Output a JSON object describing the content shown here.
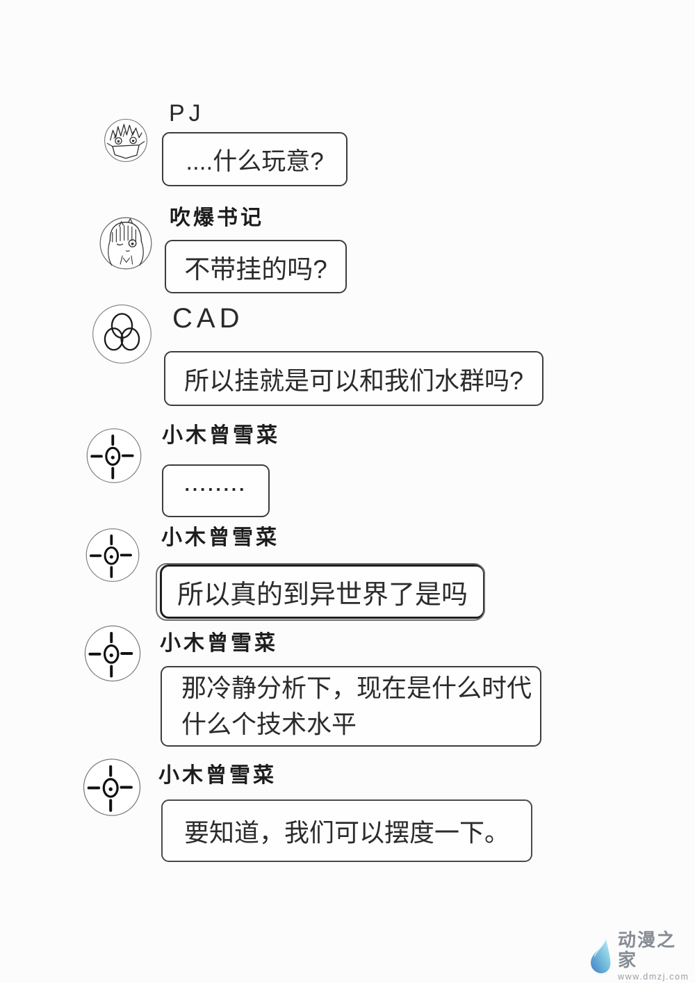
{
  "page": {
    "background": "#fcfcfc"
  },
  "messages": [
    {
      "username": "PJ",
      "avatar_icon": "boy-mask-avatar",
      "text": "....什么玩意?"
    },
    {
      "username": "吹爆书记",
      "avatar_icon": "girl-avatar",
      "text": "不带挂的吗?"
    },
    {
      "username": "CAD",
      "avatar_icon": "venn-circles-avatar",
      "text": "所以挂就是可以和我们水群吗?"
    },
    {
      "username": "小木曾雪菜",
      "avatar_icon": "crosshair-avatar",
      "text": "........"
    },
    {
      "username": "小木曾雪菜",
      "avatar_icon": "crosshair-avatar",
      "text": "所以真的到异世界了是吗"
    },
    {
      "username": "小木曾雪菜",
      "avatar_icon": "crosshair-avatar",
      "text": "那冷静分析下，现在是什么时代\n什么个技术水平"
    },
    {
      "username": "小木曾雪菜",
      "avatar_icon": "crosshair-avatar",
      "text": "要知道，我们可以摆度一下。"
    }
  ],
  "watermark": {
    "site_name": "动漫之家",
    "site_url": "www.dmzj.com",
    "logo_icon": "dmzj-water-drop",
    "logo_color_light": "#b5e6f2",
    "logo_color_dark": "#3f7fc4",
    "text_color": "#8b9199"
  }
}
